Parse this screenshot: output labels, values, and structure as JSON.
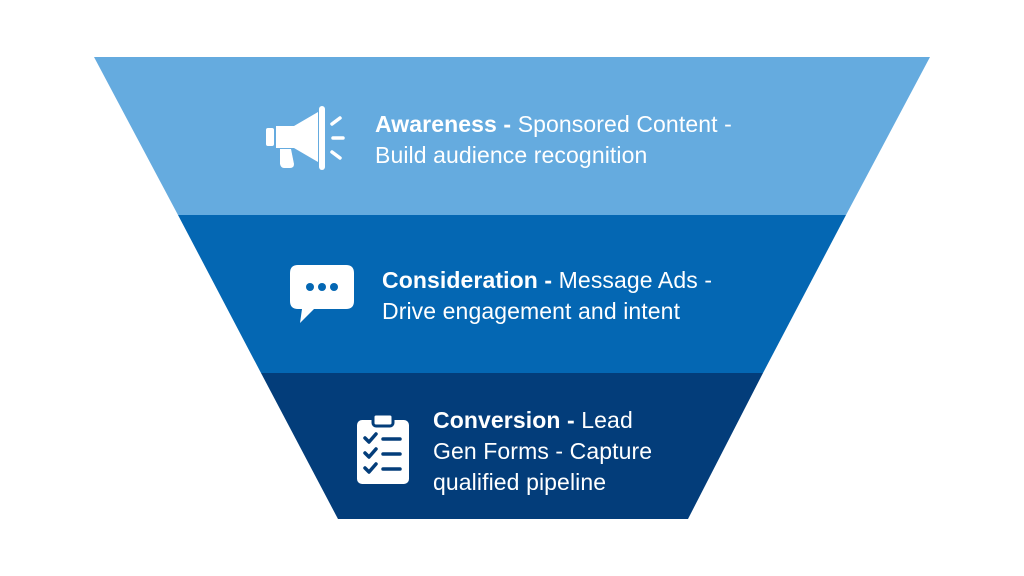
{
  "colors": {
    "background": "#ffffff",
    "awareness": "#65abdf",
    "consideration": "#0467b3",
    "conversion": "#033d7a",
    "text": "#ffffff"
  },
  "stages": [
    {
      "id": "awareness",
      "title": "Awareness -",
      "rest_line1": " Sponsored Content -",
      "line2": "Build audience recognition",
      "icon": "megaphone-icon"
    },
    {
      "id": "consideration",
      "title": "Consideration -",
      "rest_line1": " Message Ads -",
      "line2": "Drive engagement and intent",
      "icon": "chat-bubble-icon"
    },
    {
      "id": "conversion",
      "title": "Conversion -",
      "rest_line1": " Lead",
      "line2": "Gen Forms - Capture",
      "line3": "qualified pipeline",
      "icon": "clipboard-checklist-icon"
    }
  ]
}
